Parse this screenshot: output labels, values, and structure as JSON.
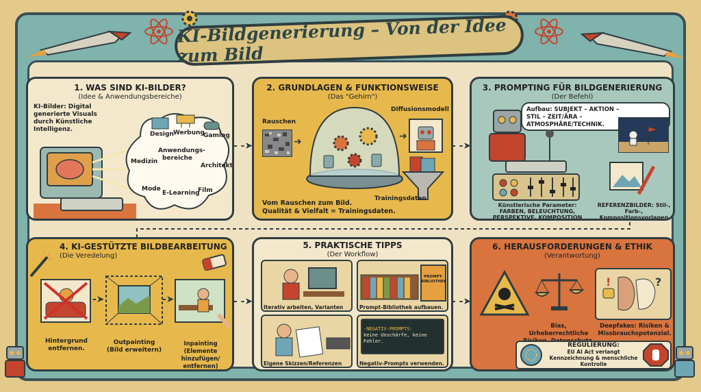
{
  "title": "KI-Bildgenerierung – Von der Idee zum Bild",
  "panel1": {
    "heading": "1. WAS SIND KI-BILDER?",
    "sub": "(Idee & Anwendungsbereiche)",
    "definition": "KI-Bilder: Digital generierte Visuals durch Künstliche Intelligenz.",
    "cloud_center": "Anwendungs-bereiche",
    "areas": [
      "Design",
      "Werbung",
      "Gaming",
      "Medizin",
      "Architektur",
      "Mode",
      "E-Learning",
      "Film"
    ]
  },
  "panel2": {
    "heading": "2. GRUNDLAGEN & FUNKTIONSWEISE",
    "sub": "(Das \"Gehirn\")",
    "noise": "Rauschen",
    "model": "Diffusionsmodell",
    "training": "Trainingsdaten",
    "caption1": "Vom Rauschen zum Bild.",
    "caption2": "Qualität & Vielfalt = Trainingsdaten."
  },
  "panel3": {
    "heading": "3. PROMPTING FÜR BILDGENERIERUNG",
    "sub": "(Der Befehl)",
    "structure": "Aufbau: SUBJEKT – AKTION – STIL – ZEIT/ÄRA – ATMOSPHÄRE/TECHNIK.",
    "params": "Künstlerische Parameter: FARBEN, BELEUCHTUNG, PERSPEKTIVE, KOMPOSITION",
    "refs": "REFERENZBILDER: Stil-, Farb-, Kompositionsvorlagen"
  },
  "panel4": {
    "heading": "4. KI-GESTÜTZTE BILDBEARBEITUNG",
    "sub": "(Die Veredelung)",
    "item1": "Hintergrund entfernen.",
    "item2": "Outpainting (Bild erweitern)",
    "item3": "Inpainting (Elemente hinzufügen/ entfernen)"
  },
  "panel5": {
    "heading": "5. PRAKTISCHE TIPPS",
    "sub": "(Der Workflow)",
    "tip1": "Iterativ arbeiten, Varianten testen.",
    "tip2": "Prompt-Bibliothek aufbauen.",
    "tip3": "Eigene Skizzen/Referenzen nutzen.",
    "tip4": "Negativ-Prompts verwenden.",
    "book": "PROMPT-BIBLIOTHEK",
    "code_title": "-NEGATIV-PROMPTS:",
    "code_text": "keine Unschärfe, keine Fehler."
  },
  "panel6": {
    "heading": "6. HERAUSFORDERUNGEN & ETHIK",
    "sub": "(Verantwortung)",
    "bias": "Bias, Urheberrechtliche Risiken, Datenschutz.",
    "deepfake": "Deepfakes: Risiken & Missbrauchspotenzial.",
    "reg_title": "REGULIERUNG:",
    "reg_text": "EU AI Act verlangt Kennzeichnung & menschliche Kontrolle"
  },
  "colors": {
    "yellow": "#e7b94c",
    "cream": "#f3e8cc",
    "orange": "#d9743f",
    "teal": "#7fb3ab",
    "dark": "#2f3d40"
  }
}
